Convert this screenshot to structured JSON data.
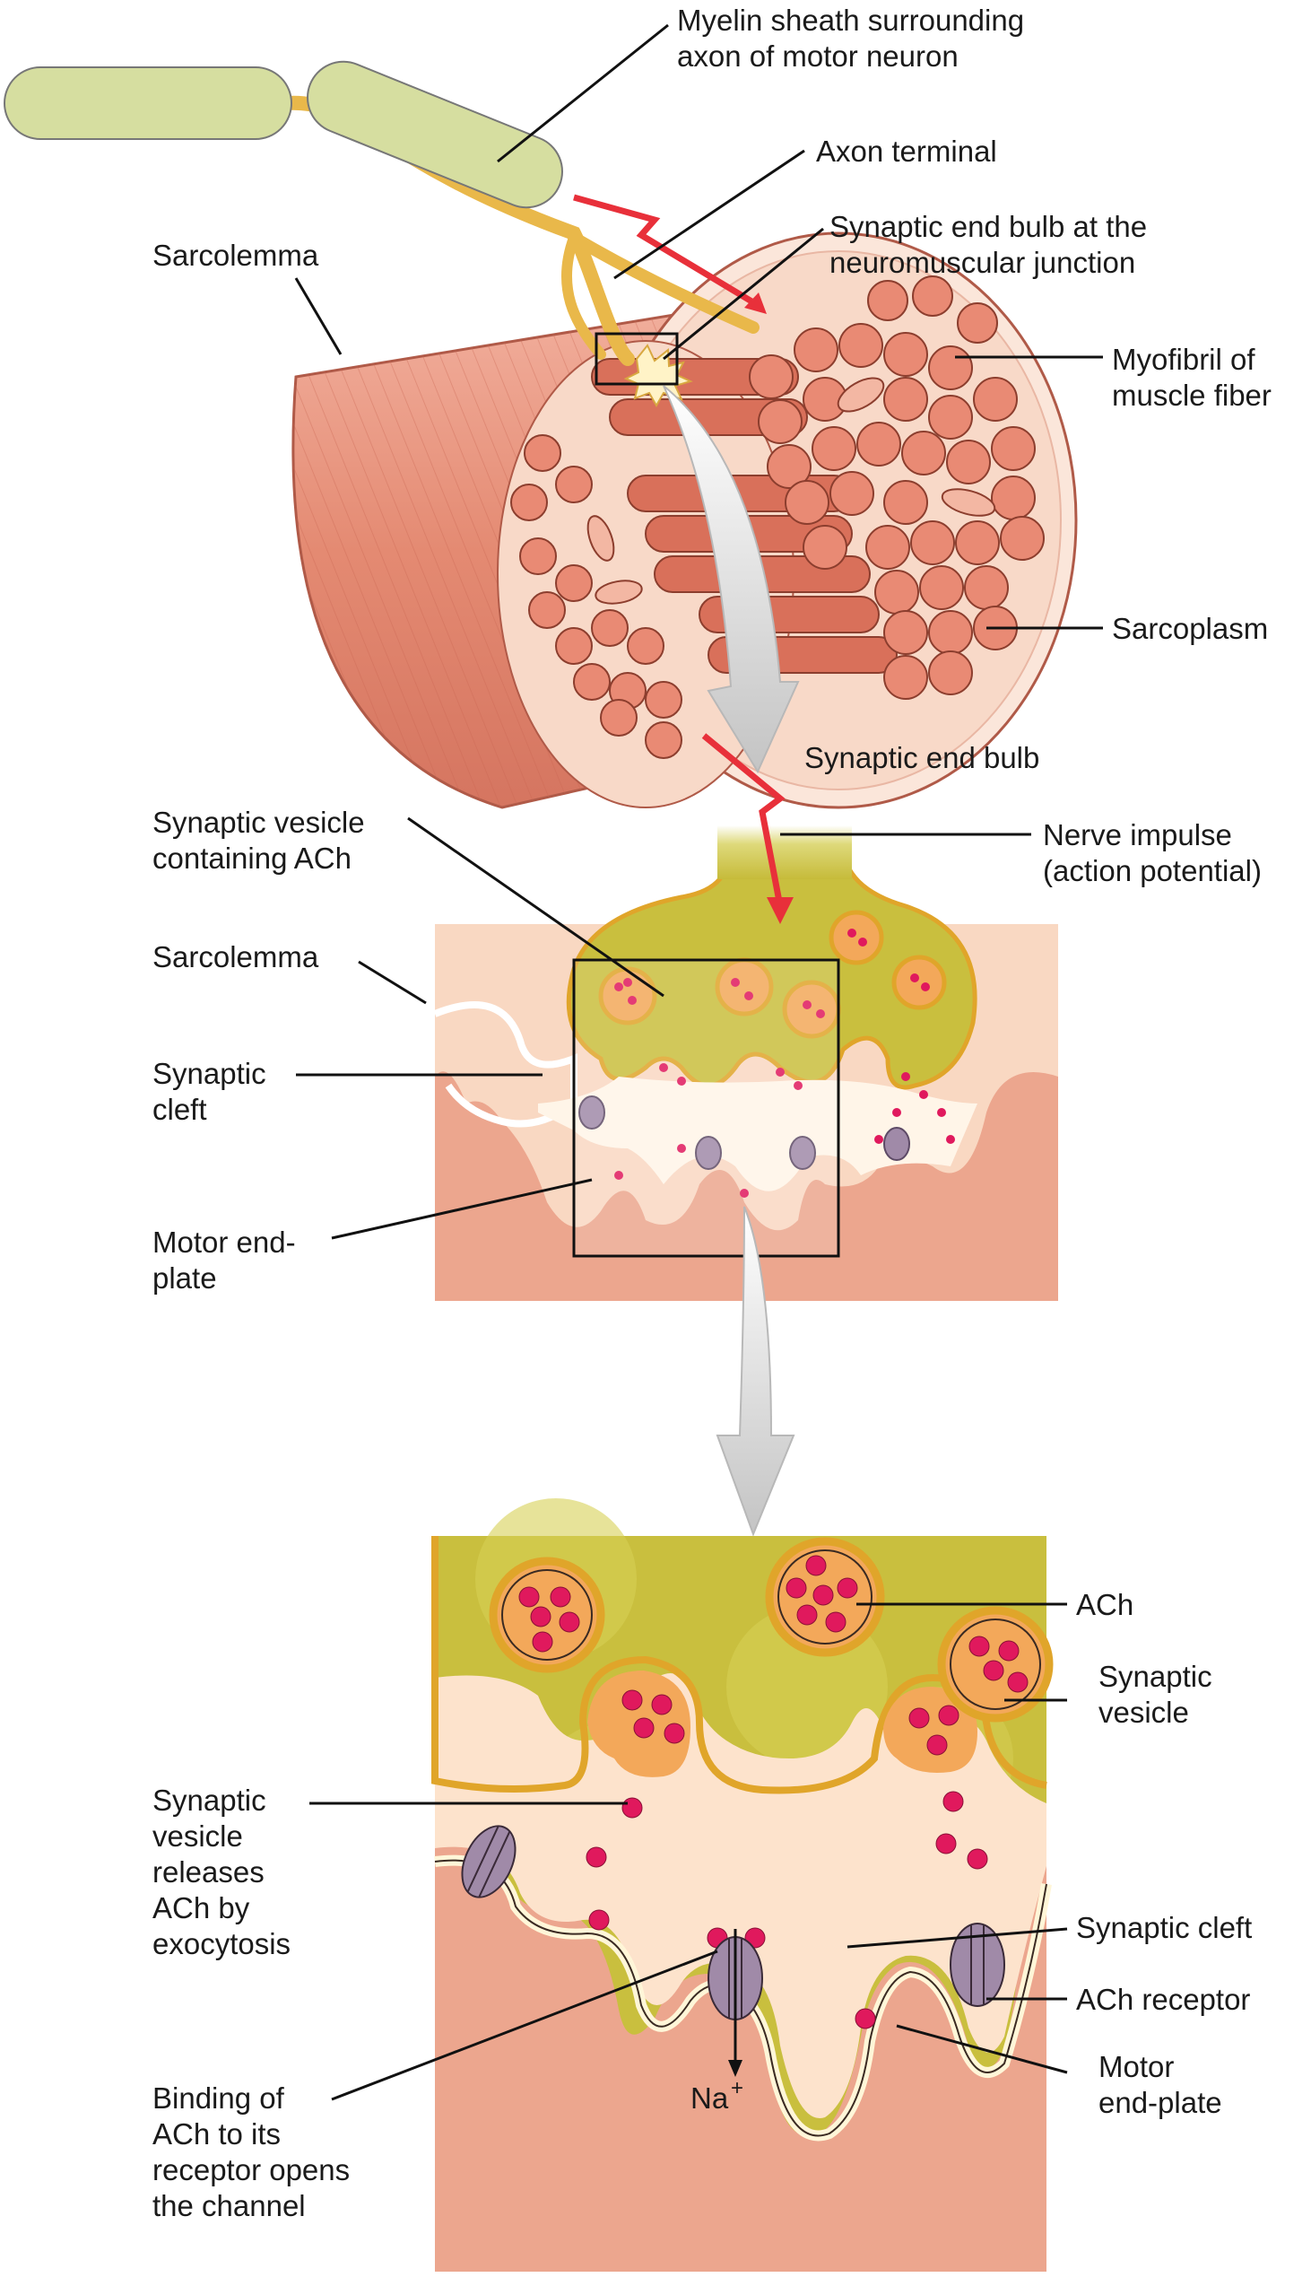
{
  "labels": {
    "myelin_1": "Myelin sheath surrounding",
    "myelin_2": "axon of motor neuron",
    "axon_terminal": "Axon terminal",
    "end_bulb_nmj_1": "Synaptic end bulb at the",
    "end_bulb_nmj_2": "neuromuscular junction",
    "sarcolemma_top": "Sarcolemma",
    "myofibril_1": "Myofibril of",
    "myofibril_2": "muscle fiber",
    "sarcoplasm": "Sarcoplasm",
    "synaptic_end_bulb": "Synaptic end bulb",
    "vesicle_ach_1": "Synaptic vesicle",
    "vesicle_ach_2": "containing ACh",
    "nerve_impulse_1": "Nerve impulse",
    "nerve_impulse_2": "(action potential)",
    "sarcolemma_mid": "Sarcolemma",
    "cleft_mid_1": "Synaptic",
    "cleft_mid_2": "cleft",
    "end_plate_mid_1": "Motor end-",
    "end_plate_mid_2": "plate",
    "ach": "ACh",
    "vesicle_1": "Synaptic",
    "vesicle_2": "vesicle",
    "releases_1": "Synaptic",
    "releases_2": "vesicle",
    "releases_3": "releases",
    "releases_4": "ACh by",
    "releases_5": "exocytosis",
    "cleft_bottom": "Synaptic cleft",
    "receptor": "ACh receptor",
    "end_plate_bottom_1": "Motor",
    "end_plate_bottom_2": "end-plate",
    "binding_1": "Binding of",
    "binding_2": "ACh to its",
    "binding_3": "receptor opens",
    "binding_4": "the channel",
    "na": "Na",
    "na_sup": "+"
  },
  "colors": {
    "myelin": "#d6dea0",
    "axon": "#f2c24a",
    "muscle": "#e8907a",
    "muscle_dark": "#c8604e",
    "sarcoplasm": "#f8d9c8",
    "bulb": "#c9bf3e",
    "vesicle_fill": "#f3a85a",
    "ach": "#e0195d",
    "cleft": "#fde3cc",
    "receptor": "#a08aa8",
    "impulse": "#e8303a",
    "arrow": "#cfcfcf"
  }
}
